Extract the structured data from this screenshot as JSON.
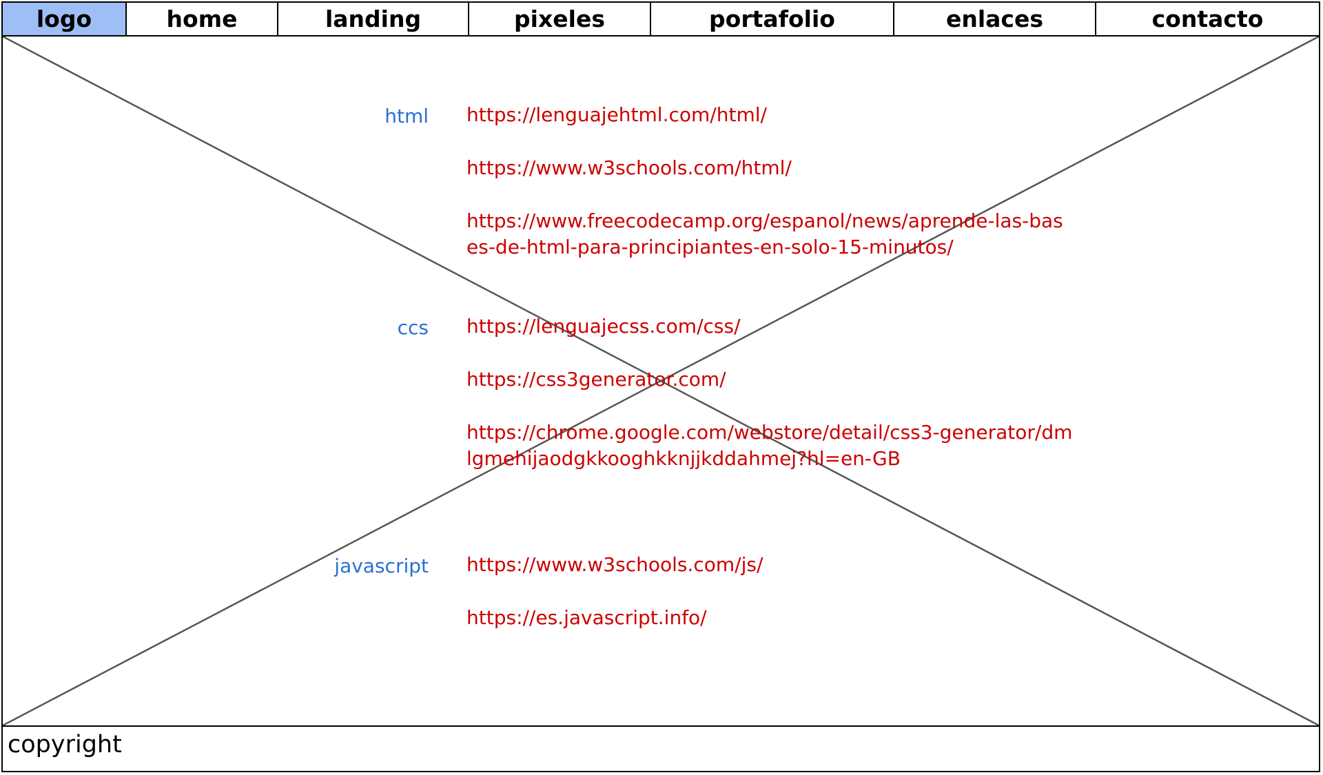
{
  "nav": {
    "items": [
      {
        "label": "logo",
        "active": true
      },
      {
        "label": "home"
      },
      {
        "label": "landing"
      },
      {
        "label": "pixeles"
      },
      {
        "label": "portafolio"
      },
      {
        "label": "enlaces"
      },
      {
        "label": "contacto"
      }
    ]
  },
  "sections": [
    {
      "label": "html",
      "links": [
        "https://lenguajehtml.com/html/",
        "https://www.w3schools.com/html/",
        "https://www.freecodecamp.org/espanol/news/aprende-las-bases-de-html-para-principiantes-en-solo-15-minutos/"
      ]
    },
    {
      "label": "ccs",
      "links": [
        "https://lenguajecss.com/css/",
        "https://css3generator.com/",
        "https://chrome.google.com/webstore/detail/css3-generator/dmlgmehijaodgkkooghkknjjkddahmej?hl=en-GB"
      ]
    },
    {
      "label": "javascript",
      "links": [
        "https://www.w3schools.com/js/",
        "https://es.javascript.info/"
      ]
    }
  ],
  "footer": {
    "copyright": "copyright"
  },
  "colors": {
    "nav_active": "#9ebff5",
    "section_label": "#2a6fd6",
    "link": "#cc0000"
  }
}
